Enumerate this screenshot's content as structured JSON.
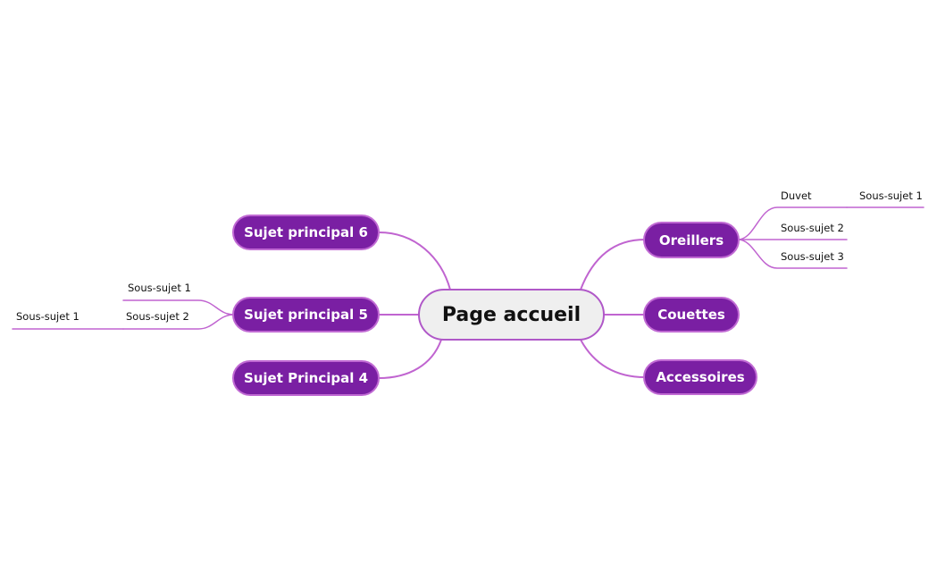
{
  "central": {
    "label": "Page accueil"
  },
  "right": {
    "topic1": {
      "label": "Oreillers",
      "subtopics": [
        {
          "label": "Duvet",
          "child": "Sous-sujet 1"
        },
        {
          "label": "Sous-sujet 2"
        },
        {
          "label": "Sous-sujet 3"
        }
      ]
    },
    "topic2": {
      "label": "Couettes"
    },
    "topic3": {
      "label": "Accessoires"
    }
  },
  "left": {
    "topic6": {
      "label": "Sujet principal 6"
    },
    "topic5": {
      "label": "Sujet principal 5",
      "subtopics": [
        {
          "label": "Sous-sujet 1"
        },
        {
          "label": "Sous-sujet 2",
          "child": "Sous-sujet 1"
        }
      ]
    },
    "topic4": {
      "label": "Sujet Principal 4"
    }
  },
  "colors": {
    "topic_fill": "#7a1fa3",
    "topic_border": "#c06ad3",
    "connector": "#c064d0",
    "central_fill": "#efefef",
    "central_border": "#b058c8"
  }
}
